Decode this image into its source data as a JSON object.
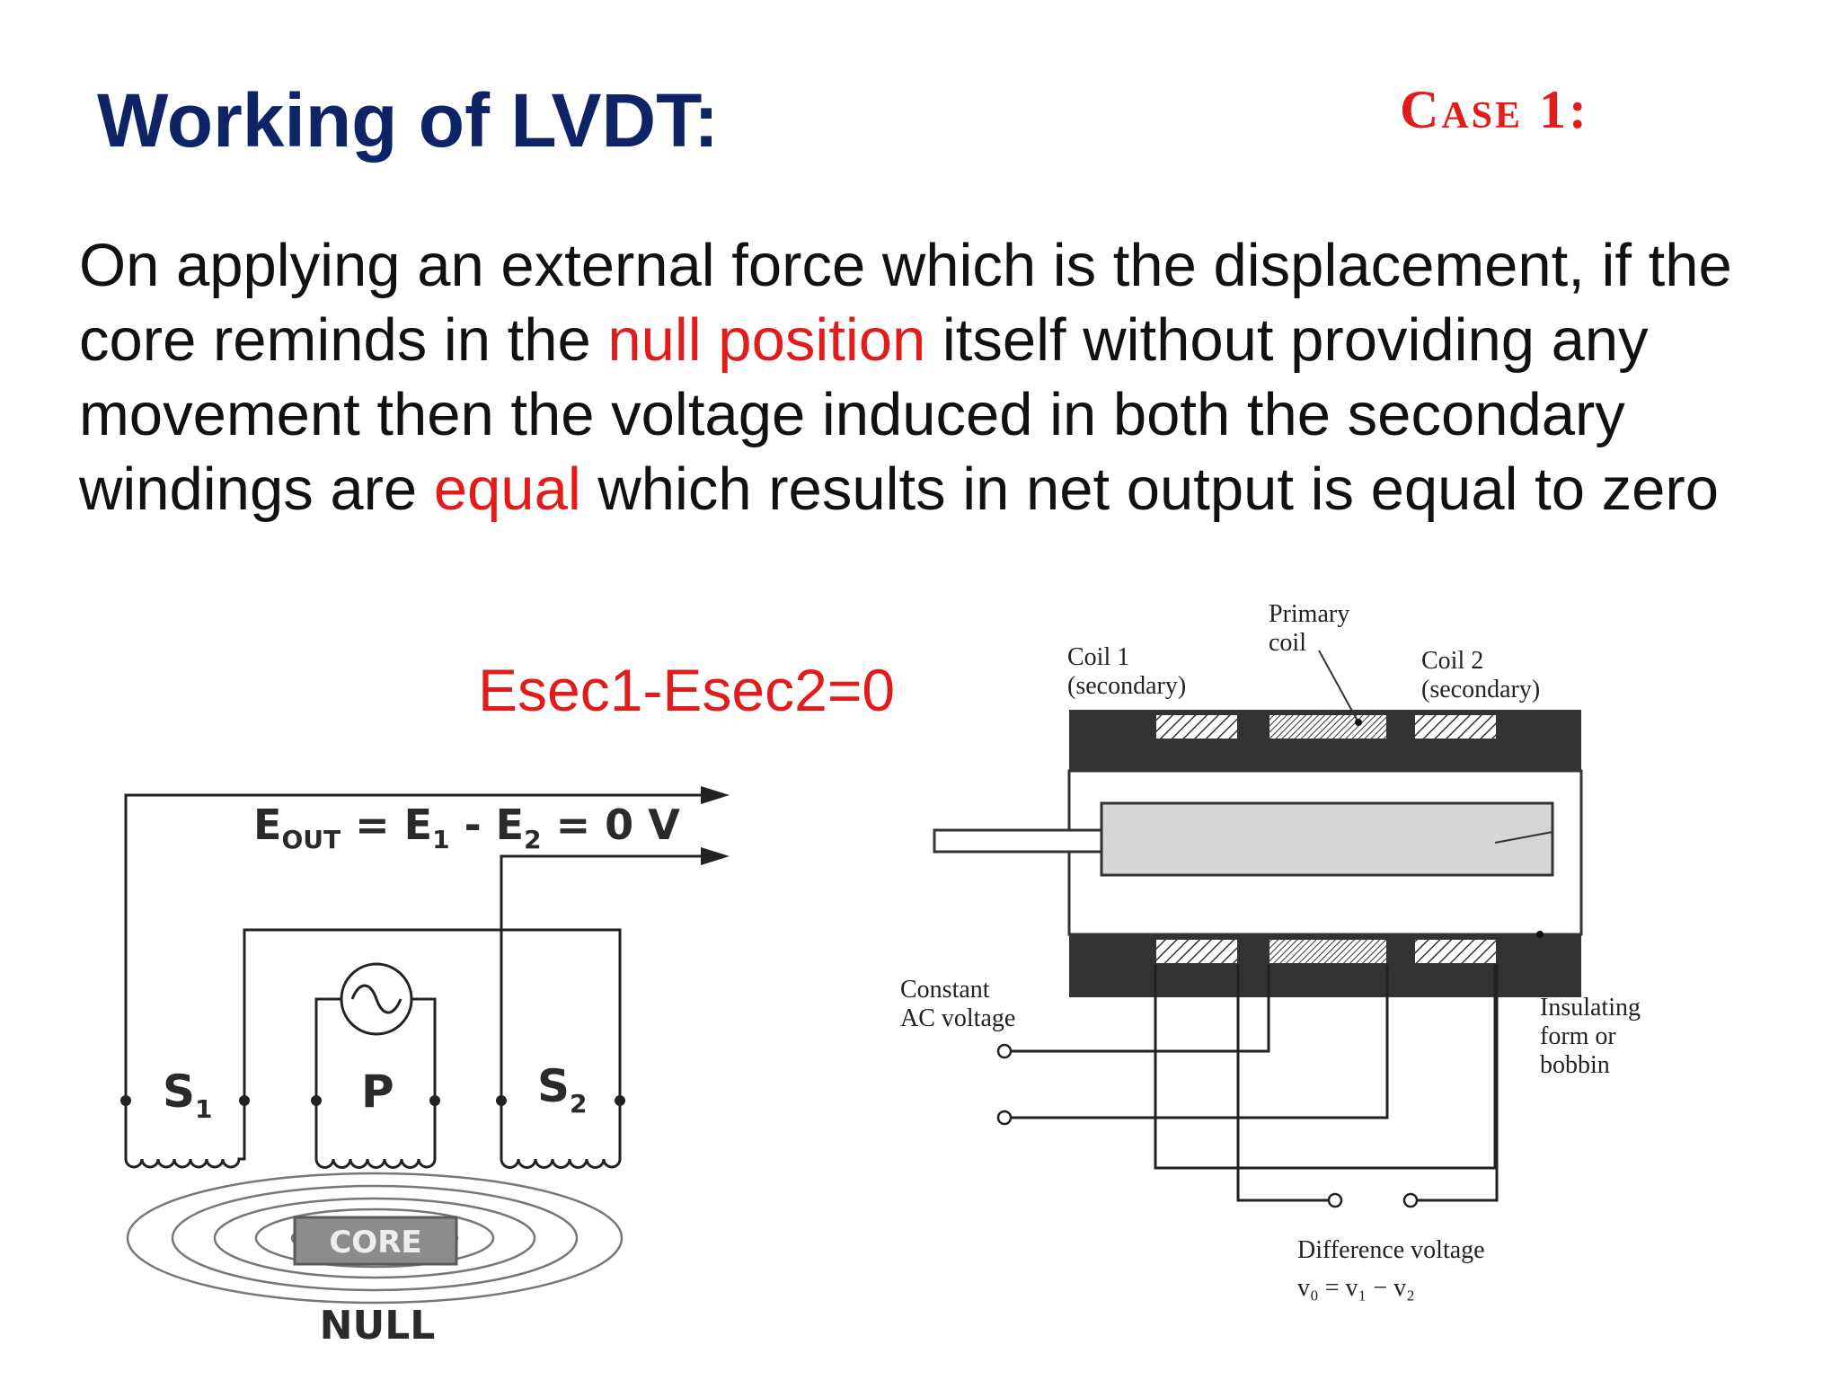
{
  "slide": {
    "title": "Working of LVDT:",
    "case_label": "Case 1:",
    "paragraph": {
      "p1": "On applying an external force which is the displacement, if the core reminds in the ",
      "h1": "null position",
      "p2": " itself without providing any movement then the voltage induced in both the secondary windings are ",
      "h2": "equal",
      "p3": " which results in net output is equal to zero"
    },
    "equation": "Esec1-Esec2=0",
    "accent_color": "#e21b1b",
    "title_color": "#0e2466"
  },
  "left_diagram": {
    "output_eq": {
      "e_main": "E",
      "e_sub": "OUT",
      "eq1": " = E",
      "sub1": "1",
      "minus": " - E",
      "sub2": "2",
      "tail": " = 0 V"
    },
    "s1": {
      "main": "S",
      "sub": "1"
    },
    "p": "P",
    "s2": {
      "main": "S",
      "sub": "2"
    },
    "core": "CORE",
    "state": "NULL"
  },
  "right_diagram": {
    "primary_coil": [
      "Primary",
      "coil"
    ],
    "coil1": [
      "Coil 1",
      "(secondary)"
    ],
    "coil2": [
      "Coil 2",
      "(secondary)"
    ],
    "constant_ac": [
      "Constant",
      "AC voltage"
    ],
    "insulating": [
      "Insulating",
      "form or",
      "bobbin"
    ],
    "difference": "Difference voltage",
    "formula": "v₀ = v₁ − v₂"
  }
}
